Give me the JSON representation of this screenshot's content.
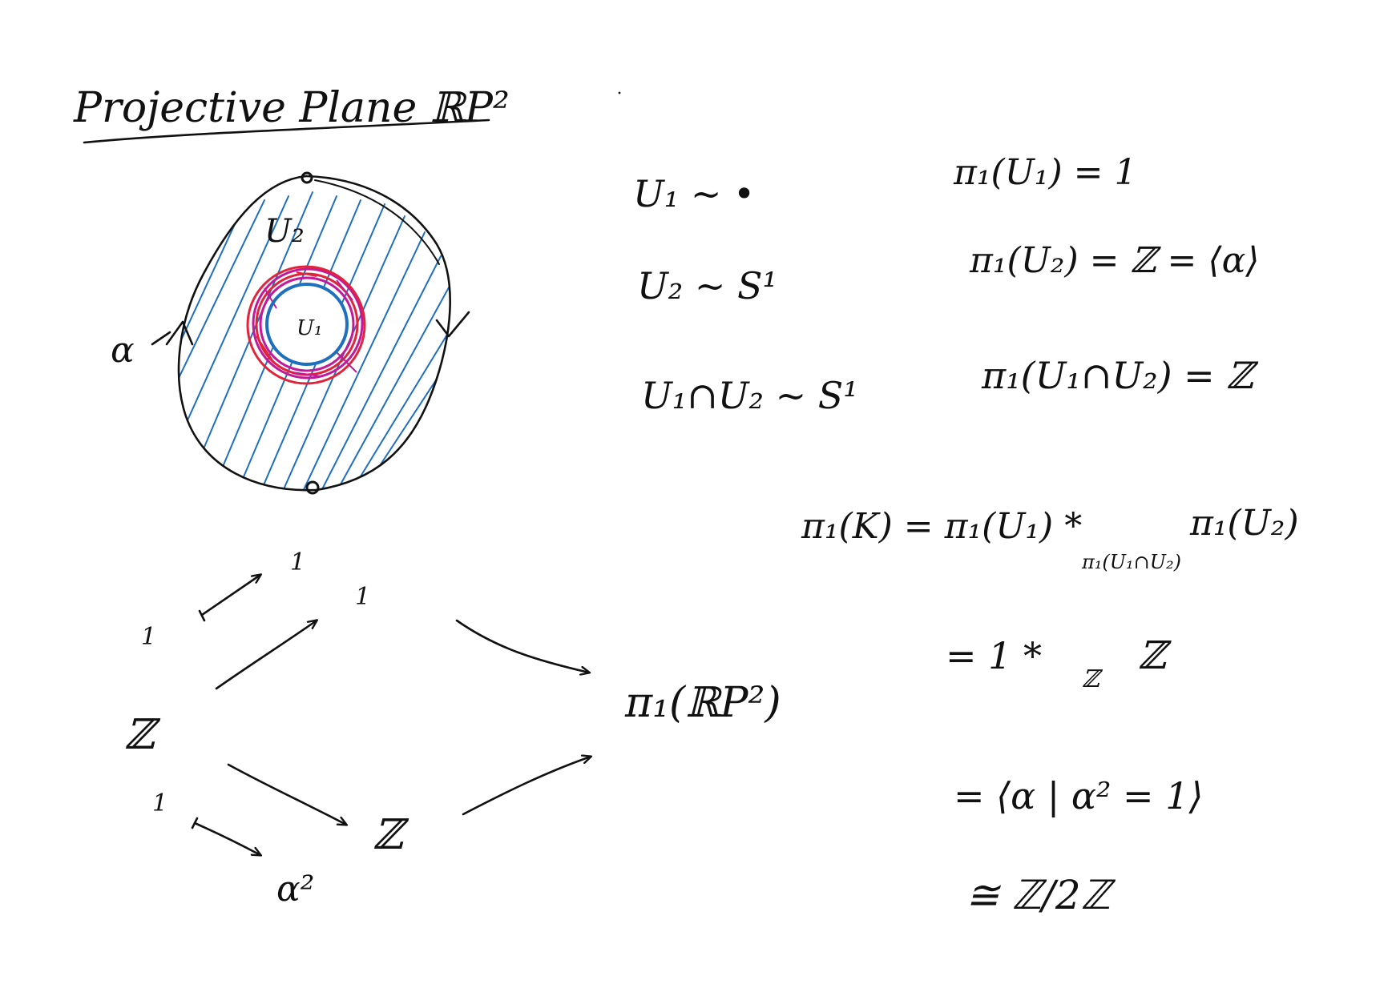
{
  "title": {
    "text": "Projective Plane ℝP²"
  },
  "figure": {
    "label_u2": "U₂",
    "label_u1": "U₁",
    "label_alpha": "α",
    "colors": {
      "ink": "#111111",
      "hatch": "#1f6fbf",
      "ring_red": "#e0243a",
      "ring_magenta": "#c2189a"
    }
  },
  "equivalences": {
    "u1": "U₁ ~ •",
    "u2": "U₂ ~ S¹",
    "intersection": "U₁∩U₂ ~ S¹"
  },
  "groups": {
    "pi_u1": "π₁(U₁) = 1",
    "pi_u2": "π₁(U₂) = ℤ = ⟨α⟩",
    "pi_intersection": "π₁(U₁∩U₂) = ℤ"
  },
  "seifert": {
    "line1_lhs": "π₁(K) = π₁(U₁) *",
    "line1_rhs": "π₁(U₂)",
    "line1_sub": "π₁(U₁∩U₂)",
    "line2": "= 1 *",
    "line2_sub": "ℤ",
    "line2_end": "ℤ",
    "line3": "= ⟨α | α² = 1⟩",
    "line4": "≅ ℤ/2ℤ"
  },
  "pushout": {
    "top_1": "1",
    "right_1": "1",
    "left_1": "1",
    "left_z": "ℤ",
    "lower_1": "1",
    "alpha_sq": "α²",
    "bottom_z": "ℤ",
    "target": "π₁(ℝP²)"
  }
}
